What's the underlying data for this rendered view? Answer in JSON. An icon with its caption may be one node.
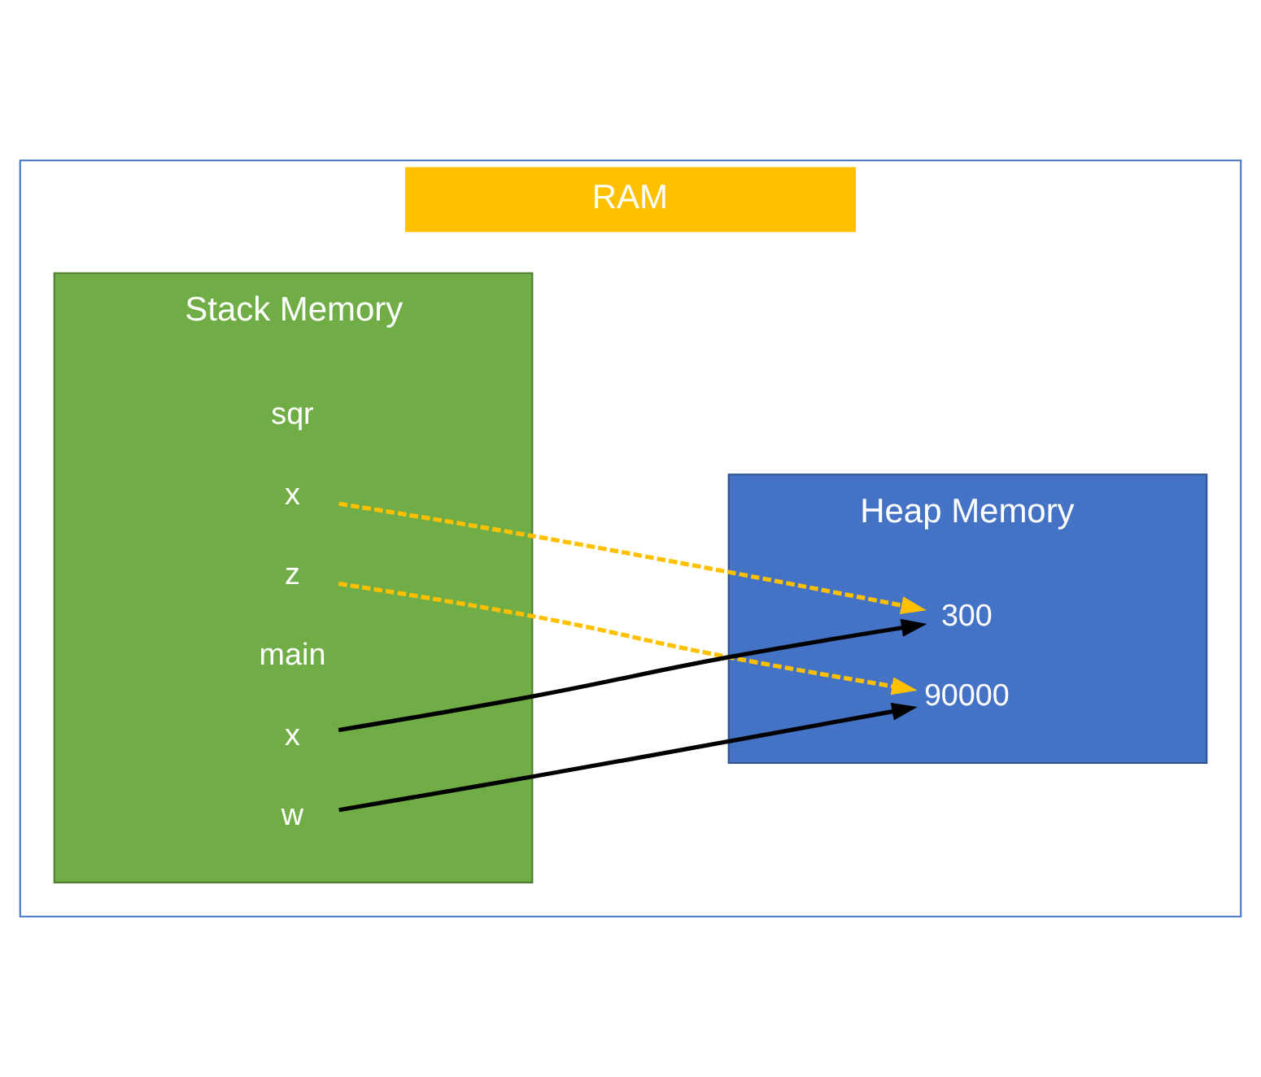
{
  "diagram": {
    "nodes": [
      {
        "text": [
          "RAM"
        ]
      },
      {
        "text": [
          "Stack Memory"
        ],
        "in": 0
      },
      {
        "text": [
          "Heap Memory"
        ],
        "in": 0
      },
      {
        "text": [
          "sqr"
        ],
        "in": 1
      },
      {
        "text": [
          "x"
        ],
        "in": 1
      },
      {
        "text": [
          "z"
        ],
        "in": 1
      },
      {
        "text": [
          "main"
        ],
        "in": 1
      },
      {
        "text": [
          "x"
        ],
        "in": 1
      },
      {
        "text": [
          "w"
        ],
        "in": 1
      },
      {
        "text": [
          "300"
        ],
        "in": 2
      },
      {
        "text": [
          "90000"
        ],
        "in": 2
      }
    ],
    "edges": [
      {
        "from": 4,
        "to": 9,
        "arrow": "to",
        "style": "dashed",
        "color": "#ffc000"
      },
      {
        "from": 5,
        "to": 10,
        "arrow": "to",
        "style": "dashed",
        "color": "#ffc000"
      },
      {
        "from": 7,
        "to": 9,
        "arrow": "to",
        "color": "#000000"
      },
      {
        "from": 8,
        "to": 10,
        "arrow": "to",
        "color": "#000000"
      }
    ]
  }
}
